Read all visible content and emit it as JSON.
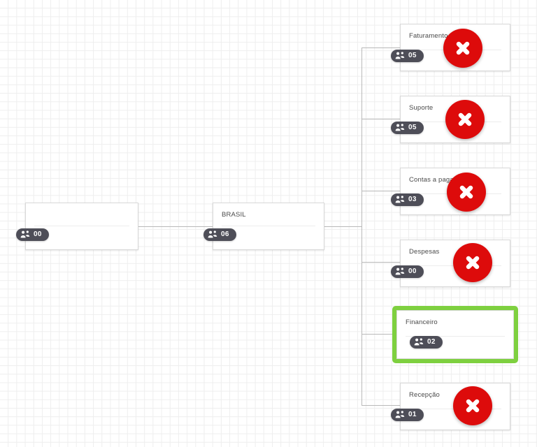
{
  "canvas": {
    "background_color": "#ffffff",
    "grid_color": "#eeeeee",
    "connector_color": "#b9b9b9"
  },
  "style": {
    "badge_bg": "#4e4e58",
    "highlight_color": "#7ed03f",
    "delete_color": "#dd0b0b",
    "card_border": "#d8d8d8",
    "title_color": "#4a4a4a"
  },
  "icons": {
    "members": "users-group-icon",
    "delete": "close-x-icon"
  },
  "nodes": {
    "root": {
      "title": "",
      "count": "00",
      "selected": false,
      "has_delete": false
    },
    "brasil": {
      "title": "BRASIL",
      "count": "06",
      "selected": false,
      "has_delete": false
    },
    "children": [
      {
        "title": "Faturamento",
        "count": "05",
        "selected": false,
        "has_delete": true
      },
      {
        "title": "Suporte",
        "count": "05",
        "selected": false,
        "has_delete": true
      },
      {
        "title": "Contas a pagar",
        "count": "03",
        "selected": false,
        "has_delete": true
      },
      {
        "title": "Despesas",
        "count": "00",
        "selected": false,
        "has_delete": true
      },
      {
        "title": "Financeiro",
        "count": "02",
        "selected": true,
        "has_delete": false
      },
      {
        "title": "Recepção",
        "count": "01",
        "selected": false,
        "has_delete": true
      }
    ]
  }
}
